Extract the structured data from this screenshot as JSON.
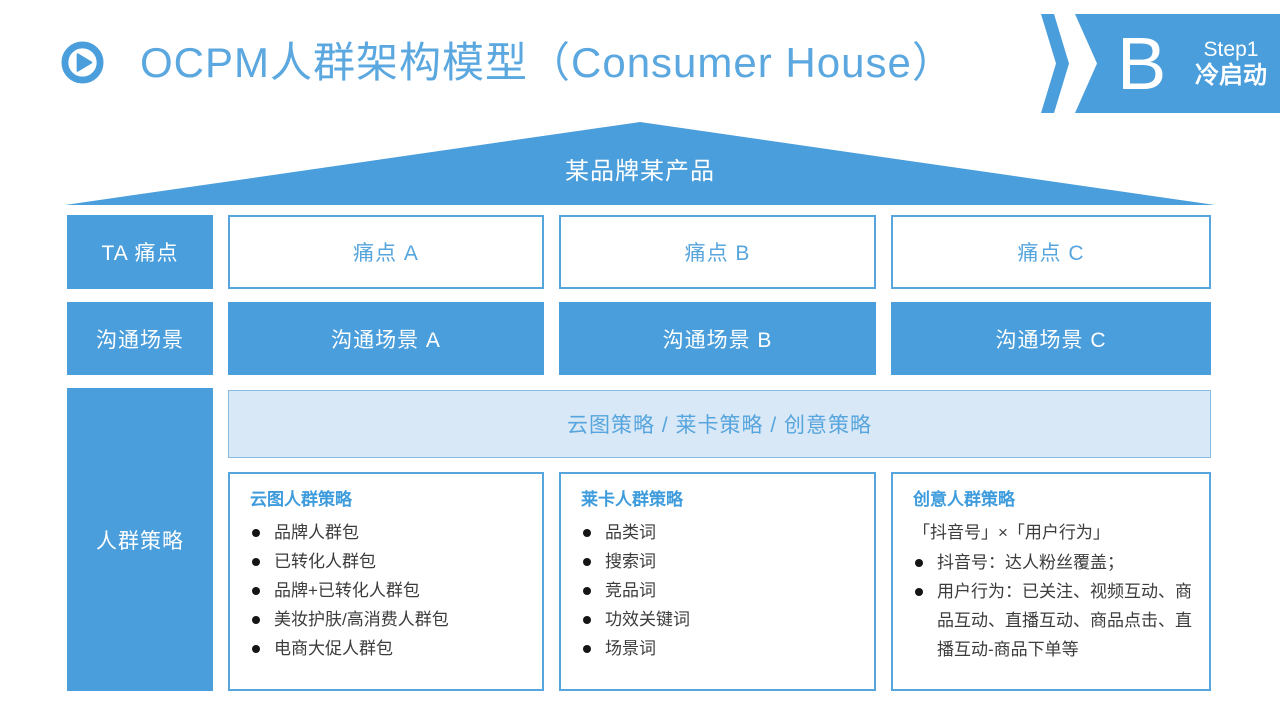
{
  "header": {
    "title": "OCPM人群架构模型（Consumer House）",
    "badge_letter": "B",
    "step_label": "Step1",
    "step_name": "冷启动"
  },
  "roof": {
    "label": "某品牌某产品"
  },
  "rows": [
    {
      "label": "TA 痛点",
      "cells": [
        "痛点 A",
        "痛点 B",
        "痛点 C"
      ]
    },
    {
      "label": "沟通场景",
      "cells": [
        "沟通场景 A",
        "沟通场景 B",
        "沟通场景 C"
      ]
    }
  ],
  "strategy": {
    "label": "人群策略",
    "banner": "云图策略 / 莱卡策略 / 创意策略",
    "boxes": [
      {
        "title": "云图人群策略",
        "items": [
          "品牌人群包",
          "已转化人群包",
          "品牌+已转化人群包",
          "美妆护肤/高消费人群包",
          "电商大促人群包"
        ]
      },
      {
        "title": "莱卡人群策略",
        "items": [
          "品类词",
          "搜索词",
          "竞品词",
          "功效关键词",
          "场景词"
        ]
      },
      {
        "title": "创意人群策略",
        "intro": "「抖音号」×「用户行为」",
        "items": [
          "抖音号：达人粉丝覆盖；",
          "用户行为：已关注、视频互动、商品互动、直播互动、商品点击、直播互动-商品下单等"
        ]
      }
    ]
  },
  "colors": {
    "primary_blue": "#4A9EDB",
    "title_blue": "#5BA7DF",
    "border_blue": "#57A5DD",
    "bar_background": "#D9E8F6",
    "bar_border": "#89BCE4",
    "body_text": "#3C3C3C",
    "white": "#FFFFFF"
  }
}
